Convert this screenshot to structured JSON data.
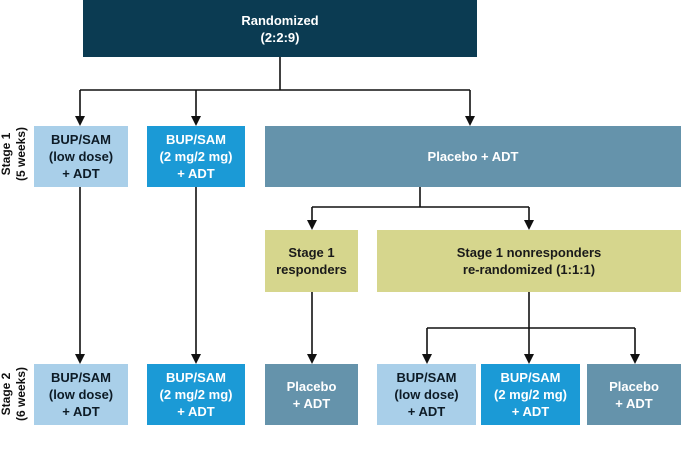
{
  "randomized": {
    "line1": "Randomized",
    "line2": "(2:2:9)"
  },
  "stage1": {
    "label": "Stage 1",
    "duration": "(5 weeks)",
    "bup_low": {
      "line1": "BUP/SAM",
      "line2": "(low dose)",
      "line3": "+ ADT"
    },
    "bup_2mg": {
      "line1": "BUP/SAM",
      "line2": "(2 mg/2 mg)",
      "line3": "+ ADT"
    },
    "placebo": {
      "line1": "Placebo + ADT"
    },
    "responders": {
      "line1": "Stage 1",
      "line2": "responders"
    },
    "nonresponders": {
      "line1": "Stage 1 nonresponders",
      "line2": "re-randomized (1:1:1)"
    }
  },
  "stage2": {
    "label": "Stage 2",
    "duration": "(6 weeks)",
    "bup_low": {
      "line1": "BUP/SAM",
      "line2": "(low dose)",
      "line3": "+ ADT"
    },
    "bup_2mg": {
      "line1": "BUP/SAM",
      "line2": "(2 mg/2 mg)",
      "line3": "+ ADT"
    },
    "placebo": {
      "line1": "Placebo",
      "line2": "+ ADT"
    },
    "rr_bup_low": {
      "line1": "BUP/SAM",
      "line2": "(low dose)",
      "line3": "+ ADT"
    },
    "rr_bup_2mg": {
      "line1": "BUP/SAM",
      "line2": "(2 mg/2 mg)",
      "line3": "+ ADT"
    },
    "rr_placebo": {
      "line1": "Placebo",
      "line2": "+ ADT"
    }
  },
  "colors": {
    "navy": "#0b3b52",
    "light_blue": "#a9cfe9",
    "blue": "#1b9ad6",
    "slate": "#6593ab",
    "yellow": "#d6d68d"
  }
}
